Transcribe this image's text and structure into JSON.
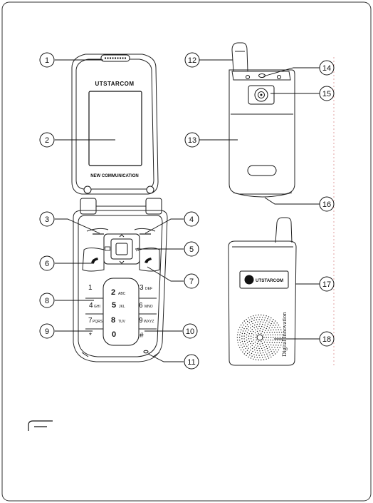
{
  "phone": {
    "brand": "UTSTARCOM",
    "screen_caption": "NEW COMMUNICATION",
    "side_label": "UTSTARCOM",
    "side_tagline": "Digital Innovation",
    "keys": [
      {
        "digit": "1",
        "letters": ""
      },
      {
        "digit": "2",
        "letters": "ABC"
      },
      {
        "digit": "3",
        "letters": "DEF"
      },
      {
        "digit": "4",
        "letters": "GHI"
      },
      {
        "digit": "5",
        "letters": "JKL"
      },
      {
        "digit": "6",
        "letters": "MNO"
      },
      {
        "digit": "7",
        "letters": "PQRS"
      },
      {
        "digit": "8",
        "letters": "TUV"
      },
      {
        "digit": "9",
        "letters": "WXYZ"
      },
      {
        "digit": "*",
        "letters": ""
      },
      {
        "digit": "0",
        "letters": ""
      },
      {
        "digit": "#",
        "letters": ""
      }
    ]
  },
  "callouts": [
    "1",
    "2",
    "3",
    "4",
    "5",
    "6",
    "7",
    "8",
    "9",
    "10",
    "11",
    "12",
    "13",
    "14",
    "15",
    "16",
    "17",
    "18"
  ]
}
